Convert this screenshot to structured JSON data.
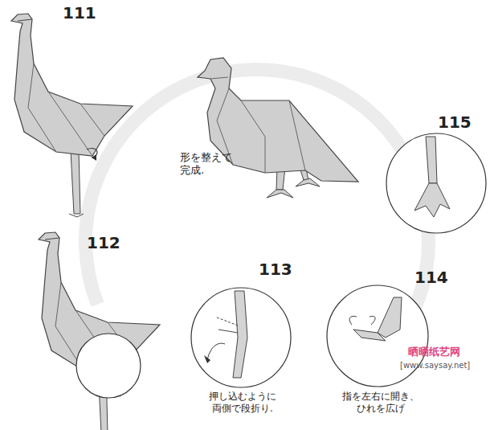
{
  "diagram": {
    "labels": [
      "111",
      "112",
      "113",
      "114",
      "115",
      "形を整えて 完成.",
      "押し込むように 両側で段折り.",
      "指を左右に開き、 ひれを広げ",
      "晒晒纸艺网",
      "[www.saysay.net]"
    ]
  }
}
